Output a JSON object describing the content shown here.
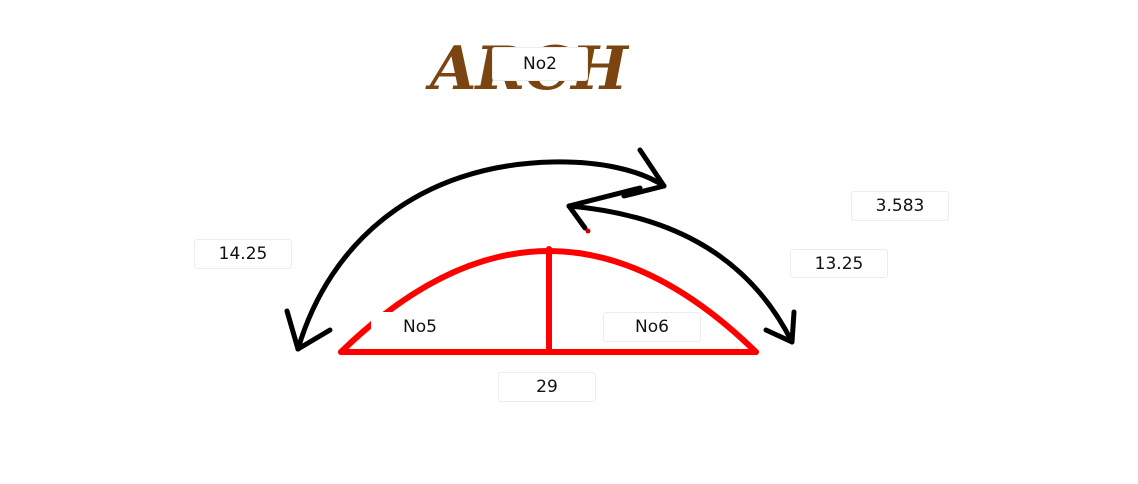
{
  "title": {
    "text": "ARCH",
    "color": "#7a4511"
  },
  "labels": {
    "no2": "No2",
    "no5": "No5",
    "no6": "No6",
    "left_length": "14.25",
    "right_length": "13.25",
    "rise": "3.583",
    "span": "29"
  },
  "colors": {
    "arch": "#ff0000",
    "arrows": "#000000"
  }
}
